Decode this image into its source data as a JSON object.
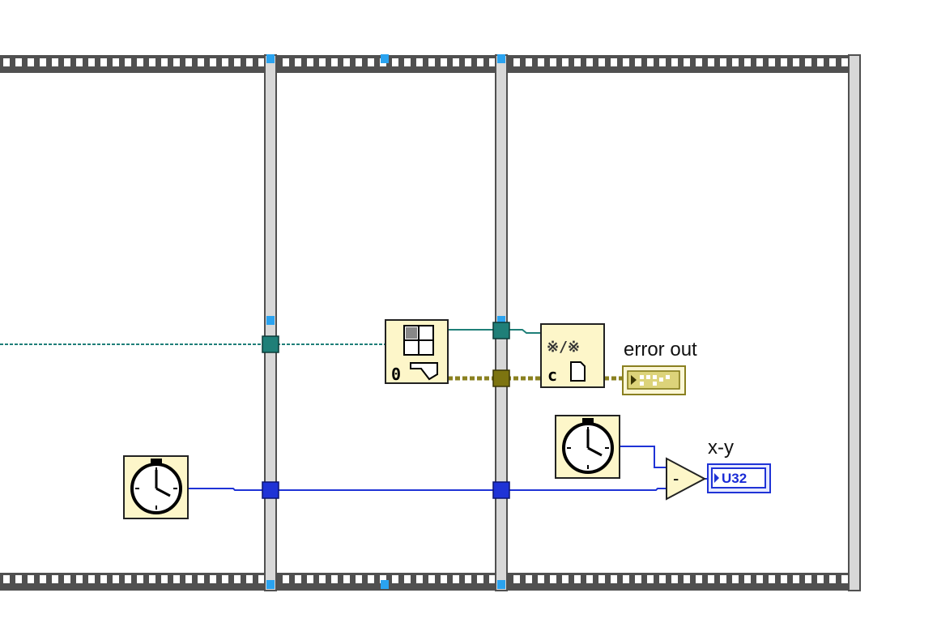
{
  "diagram": {
    "type": "flat-sequence-structure",
    "frames": 3
  },
  "indicators": {
    "error_out": {
      "label": "error out"
    },
    "x_y": {
      "label": "x-y",
      "type_text": "U32"
    }
  },
  "nodes": {
    "tick_count_1": {
      "icon": "stopwatch-icon"
    },
    "tick_count_2": {
      "icon": "stopwatch-icon"
    },
    "split_node": {
      "icon": "grid-split-icon",
      "text": "0"
    },
    "close_file": {
      "icon": "close-file-icon",
      "text": "c"
    },
    "subtract": {
      "icon": "subtract-icon",
      "symbol": "-"
    }
  },
  "colors": {
    "frame_border": "#505050",
    "frame_fill": "#d8d8d8",
    "refnum_wire": "#1f7f78",
    "u32_wire": "#1f33d6",
    "error_wire": "#8a8020",
    "node_fill": "#fdf6c9",
    "tunnel_blue": "#2aa3f0"
  }
}
